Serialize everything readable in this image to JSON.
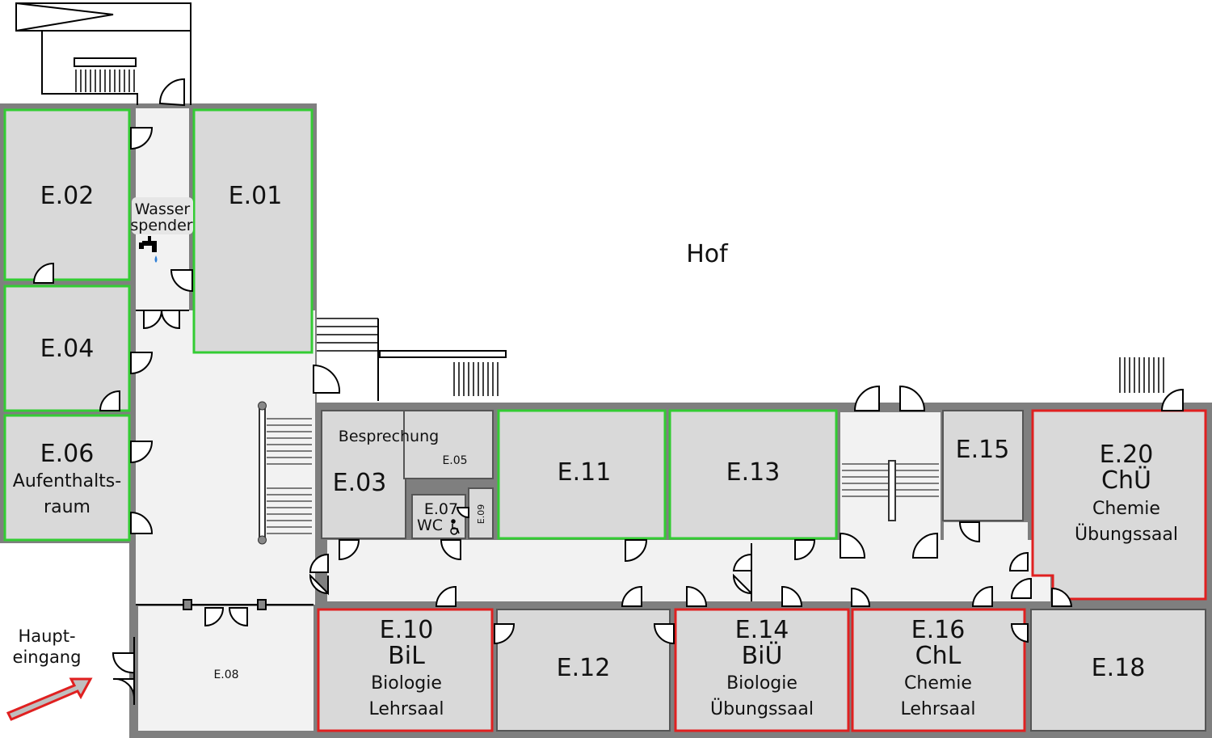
{
  "colors": {
    "wall": "#7f7f7f",
    "room_fill": "#d9d9d9",
    "corridor_fill": "#f2f2f2",
    "accessible_border": "#33cc33",
    "restricted_border": "#e02020",
    "water_text": "#2f5597",
    "arrow_fill": "#bfbfbf",
    "arrow_stroke": "#e02020"
  },
  "courtyard": {
    "label": "Hof"
  },
  "water": {
    "line1": "Wasser",
    "line2": "spender"
  },
  "entrance": {
    "line1": "Haupt-",
    "line2": "eingang"
  },
  "rooms": {
    "e01": {
      "id": "E.01"
    },
    "e02": {
      "id": "E.02"
    },
    "e03": {
      "id": "E.03"
    },
    "e04": {
      "id": "E.04"
    },
    "e05": {
      "id": "E.05",
      "name": "Besprechung"
    },
    "e06": {
      "id": "E.06",
      "name1": "Aufenthalts-",
      "name2": "raum"
    },
    "e07": {
      "id": "E.07",
      "name": "WC"
    },
    "e08": {
      "id": "E.08"
    },
    "e09": {
      "id": "E.09"
    },
    "e10": {
      "id": "E.10",
      "abbr": "BiL",
      "name1": "Biologie",
      "name2": "Lehrsaal"
    },
    "e11": {
      "id": "E.11"
    },
    "e12": {
      "id": "E.12"
    },
    "e13": {
      "id": "E.13"
    },
    "e14": {
      "id": "E.14",
      "abbr": "BiÜ",
      "name1": "Biologie",
      "name2": "Übungssaal"
    },
    "e15": {
      "id": "E.15"
    },
    "e16": {
      "id": "E.16",
      "abbr": "ChL",
      "name1": "Chemie",
      "name2": "Lehrsaal"
    },
    "e18": {
      "id": "E.18"
    },
    "e20": {
      "id": "E.20",
      "abbr": "ChÜ",
      "name1": "Chemie",
      "name2": "Übungssaal"
    }
  }
}
